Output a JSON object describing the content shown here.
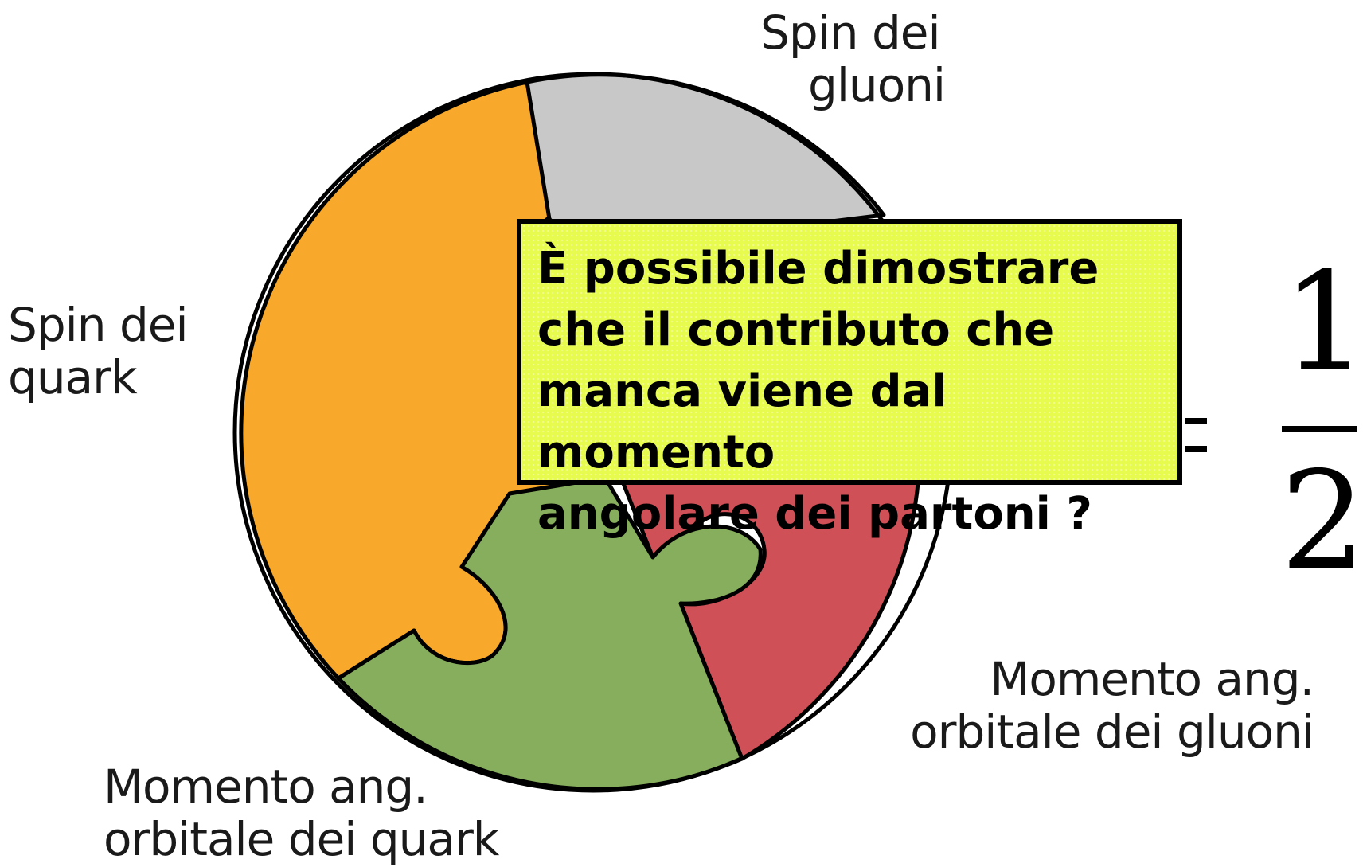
{
  "labels": {
    "gluon_spin": [
      "Spin dei",
      "gluoni"
    ],
    "quark_spin": [
      "Spin dei",
      "quark"
    ],
    "gluon_orbital": [
      "Momento ang.",
      "orbitale dei gluoni"
    ],
    "quark_orbital": [
      "Momento ang.",
      "orbitale dei quark"
    ]
  },
  "callout": {
    "text": "È possibile dimostrare\nche il contributo che\nmanca viene dal momento\nangolare dei partoni ?"
  },
  "fraction": {
    "numerator": "1",
    "denominator": "2"
  },
  "colors": {
    "quark_spin": "#f8a82a",
    "gluon_spin": "#c8c8c8",
    "gluon_orbital": "#d05058",
    "quark_orbital": "#86ae5c",
    "callout_bg": "#e7fb4f",
    "outline": "#000000"
  }
}
